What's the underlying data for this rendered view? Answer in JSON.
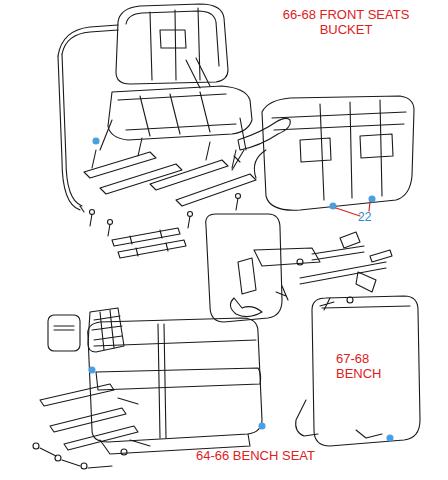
{
  "diagram": {
    "labels": [
      "66-68 FRONT SEATS BUCKET",
      "67-68 BENCH",
      "64-66 BENCH SEAT",
      "22"
    ]
  }
}
